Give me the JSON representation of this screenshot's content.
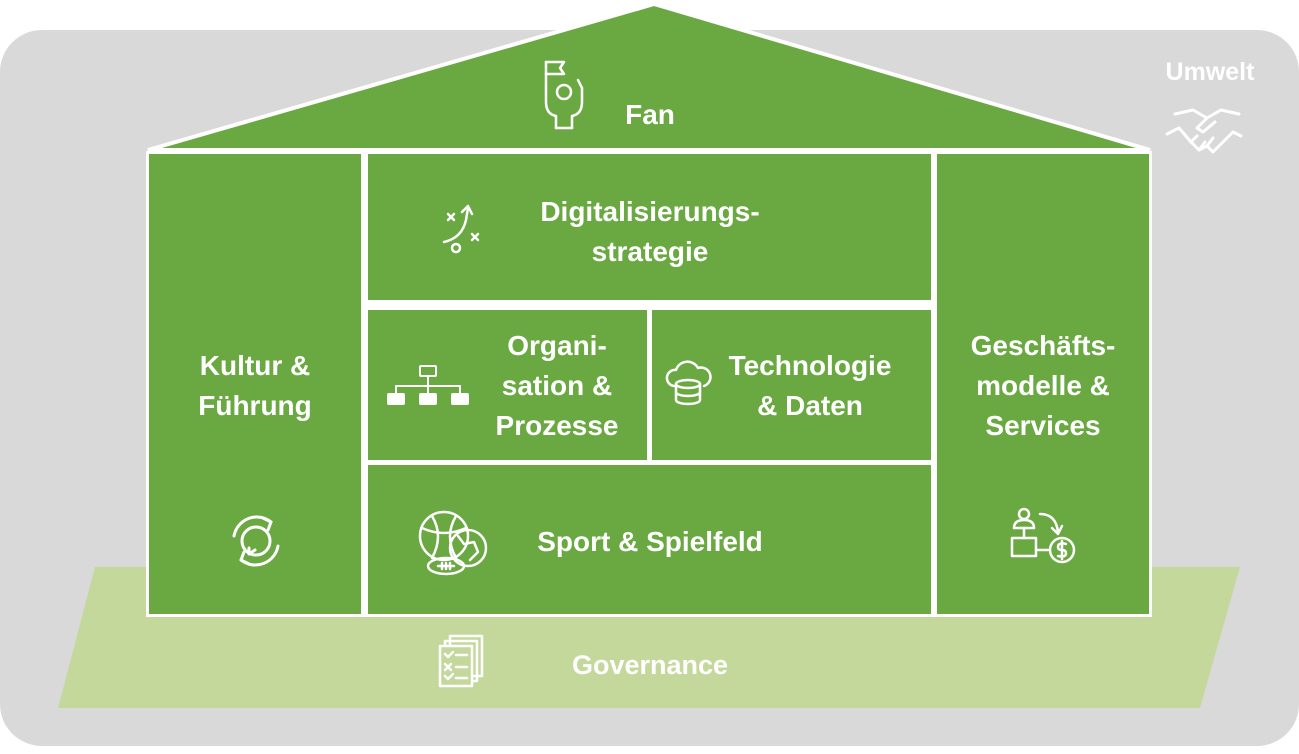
{
  "environment": {
    "label": "Umwelt",
    "icon": "handshake-icon"
  },
  "roof": {
    "label": "Fan",
    "icon": "fan-flag-icon"
  },
  "pillars": {
    "left": {
      "line1": "Kultur &",
      "line2": "Führung",
      "icon": "refresh-cycle-icon"
    },
    "right": {
      "line1": "Geschäfts-",
      "line2": "modelle &",
      "line3": "Services",
      "icon": "business-model-icon"
    }
  },
  "rooms": {
    "strategy": {
      "line1": "Digitalisierungs-",
      "line2": "strategie",
      "icon": "strategy-play-icon"
    },
    "organisation": {
      "line1": "Organi-",
      "line2": "sation &",
      "line3": "Prozesse",
      "icon": "org-chart-icon"
    },
    "technology": {
      "line1": "Technologie",
      "line2": "& Daten",
      "icon": "cloud-database-icon"
    },
    "sport": {
      "label": "Sport & Spielfeld",
      "icon": "sport-balls-icon"
    }
  },
  "foundation": {
    "label": "Governance",
    "icon": "checklist-documents-icon"
  },
  "colors": {
    "green": "#6aa842",
    "light_green": "#c4d89c",
    "background": "#d9d9d9",
    "white": "#ffffff"
  }
}
